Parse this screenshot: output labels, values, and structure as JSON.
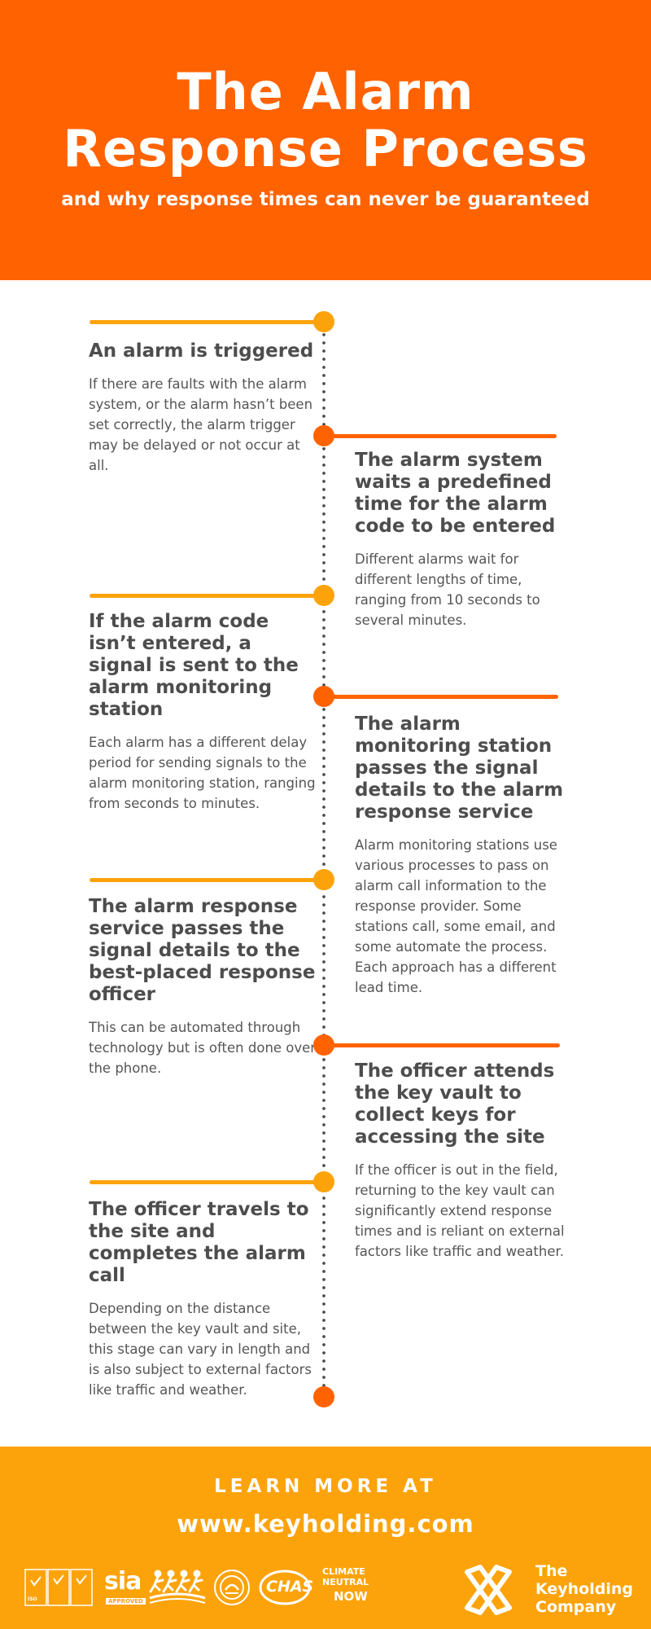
{
  "header": {
    "title_line1": "The Alarm",
    "title_line2": "Response Process",
    "subtitle": "and why response times can never be guaranteed",
    "background": "#ff6200"
  },
  "colors": {
    "orange": "#ff6200",
    "yellow": "#fca30c",
    "text": "#4a4a4a"
  },
  "steps": [
    {
      "title": "An alarm is triggered",
      "body": "If there are faults with the alarm system, or the alarm hasn’t been set correctly, the alarm trigger may be delayed or not occur at all."
    },
    {
      "title": "The alarm system waits a predefined time for the alarm code to be entered",
      "body": "Different alarms wait for different lengths of time, ranging from 10 seconds to several minutes."
    },
    {
      "title": "If the alarm code isn’t entered, a signal is sent to the alarm monitoring station",
      "body": "Each alarm has a different delay period for sending signals to the alarm monitoring station, ranging from seconds to minutes."
    },
    {
      "title": "The alarm monitoring station passes the signal details to the alarm response service",
      "body": "Alarm monitoring stations use various processes to pass on alarm call information to the response provider. Some stations call, some email, and some automate the process. Each approach has a different lead time."
    },
    {
      "title": "The alarm response service passes the signal details to the best-placed response officer",
      "body": "This can be automated through technology but is often done over the phone."
    },
    {
      "title": "The officer attends the key vault to collect keys for accessing the site",
      "body": "If the officer is out in the field, returning to the key vault can significantly extend response times and is reliant on external factors like traffic and weather."
    },
    {
      "title": "The officer travels to the site and completes the alarm call",
      "body": "Depending on the distance between the key vault and site, this stage can vary in length and is also subject to external factors like traffic and weather."
    }
  ],
  "footer": {
    "learn_more": "LEARN MORE AT",
    "url": "www.keyholding.com",
    "background": "#fca30c",
    "badges": {
      "iso": "ISO",
      "sia": "sia",
      "sia_sub": "APPROVED",
      "chas": "CHAS",
      "climate_line1": "CLIMATE",
      "climate_line2": "NEUTRAL",
      "climate_line3": "NOW"
    },
    "brand_line1": "The",
    "brand_line2": "Keyholding",
    "brand_line3": "Company"
  }
}
